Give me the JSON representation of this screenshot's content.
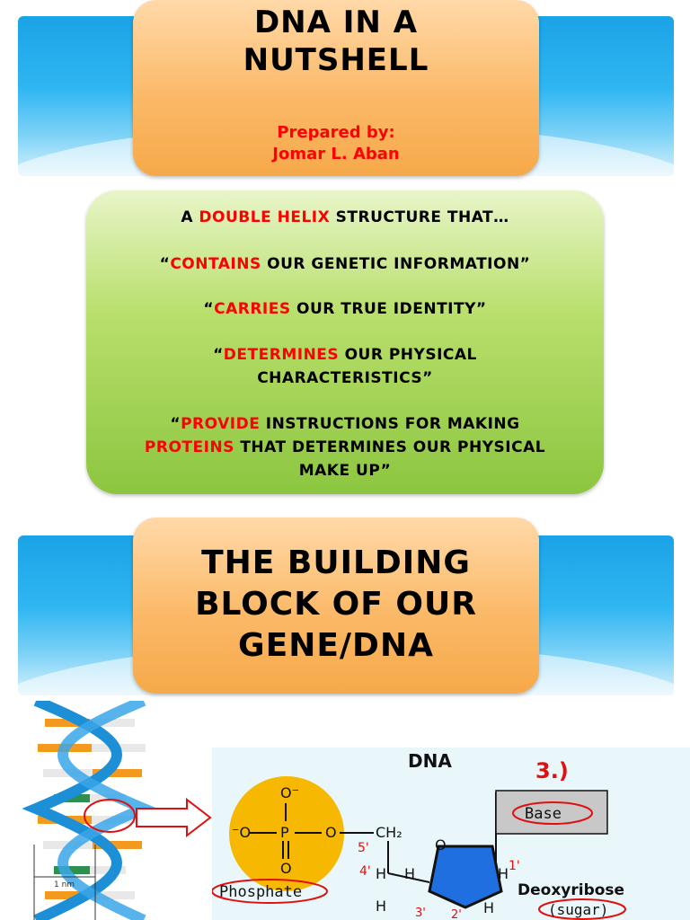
{
  "slide1": {
    "title_line1": "DNA IN A",
    "title_line2": "NUTSHELL",
    "prepared_label": "Prepared by:",
    "author": "Jomar L. Aban"
  },
  "description": {
    "line1": {
      "a": "A ",
      "b": "DOUBLE HELIX",
      "c": " STRUCTURE THAT…"
    },
    "line2": {
      "a": "“",
      "b": "CONTAINS",
      "c": " OUR GENETIC INFORMATION”"
    },
    "line3": {
      "a": "“",
      "b": "CARRIES",
      "c": " OUR TRUE IDENTITY”"
    },
    "line4": {
      "a": "“",
      "b": "DETERMINES",
      "c": " OUR PHYSICAL",
      "d": "CHARACTERISTICS”"
    },
    "line5": {
      "a": "“",
      "b": "PROVIDE",
      "c": " INSTRUCTIONS FOR MAKING",
      "d": "PROTEINS",
      "e": " THAT DETERMINES OUR PHYSICAL",
      "f": "MAKE UP”"
    }
  },
  "slide2": {
    "title_line1": "THE BUILDING",
    "title_line2": "BLOCK OF OUR",
    "title_line3": "GENE/DNA"
  },
  "helix": {
    "scale_label": "1 nm"
  },
  "diagram": {
    "title": "DNA",
    "step": "3.)",
    "base_label": "Base",
    "phosphate_label": "Phosphate",
    "sugar_label": "Deoxyribose",
    "sugar_sub": "(sugar)",
    "atom_o_top": "O⁻",
    "atom_o_left": "⁻O",
    "atom_p": "P",
    "atom_o_right": "O",
    "atom_o_bottom": "O",
    "ch2": "CH₂",
    "ring_o": "O",
    "c5": "5'",
    "c4": "4'",
    "c1": "1'",
    "c3": "3'",
    "c2": "2'",
    "h": "H",
    "colors": {
      "phosphate": "#f6b800",
      "sugar_ring": "#1f6fe0",
      "annotation_red": "#e01010"
    }
  }
}
